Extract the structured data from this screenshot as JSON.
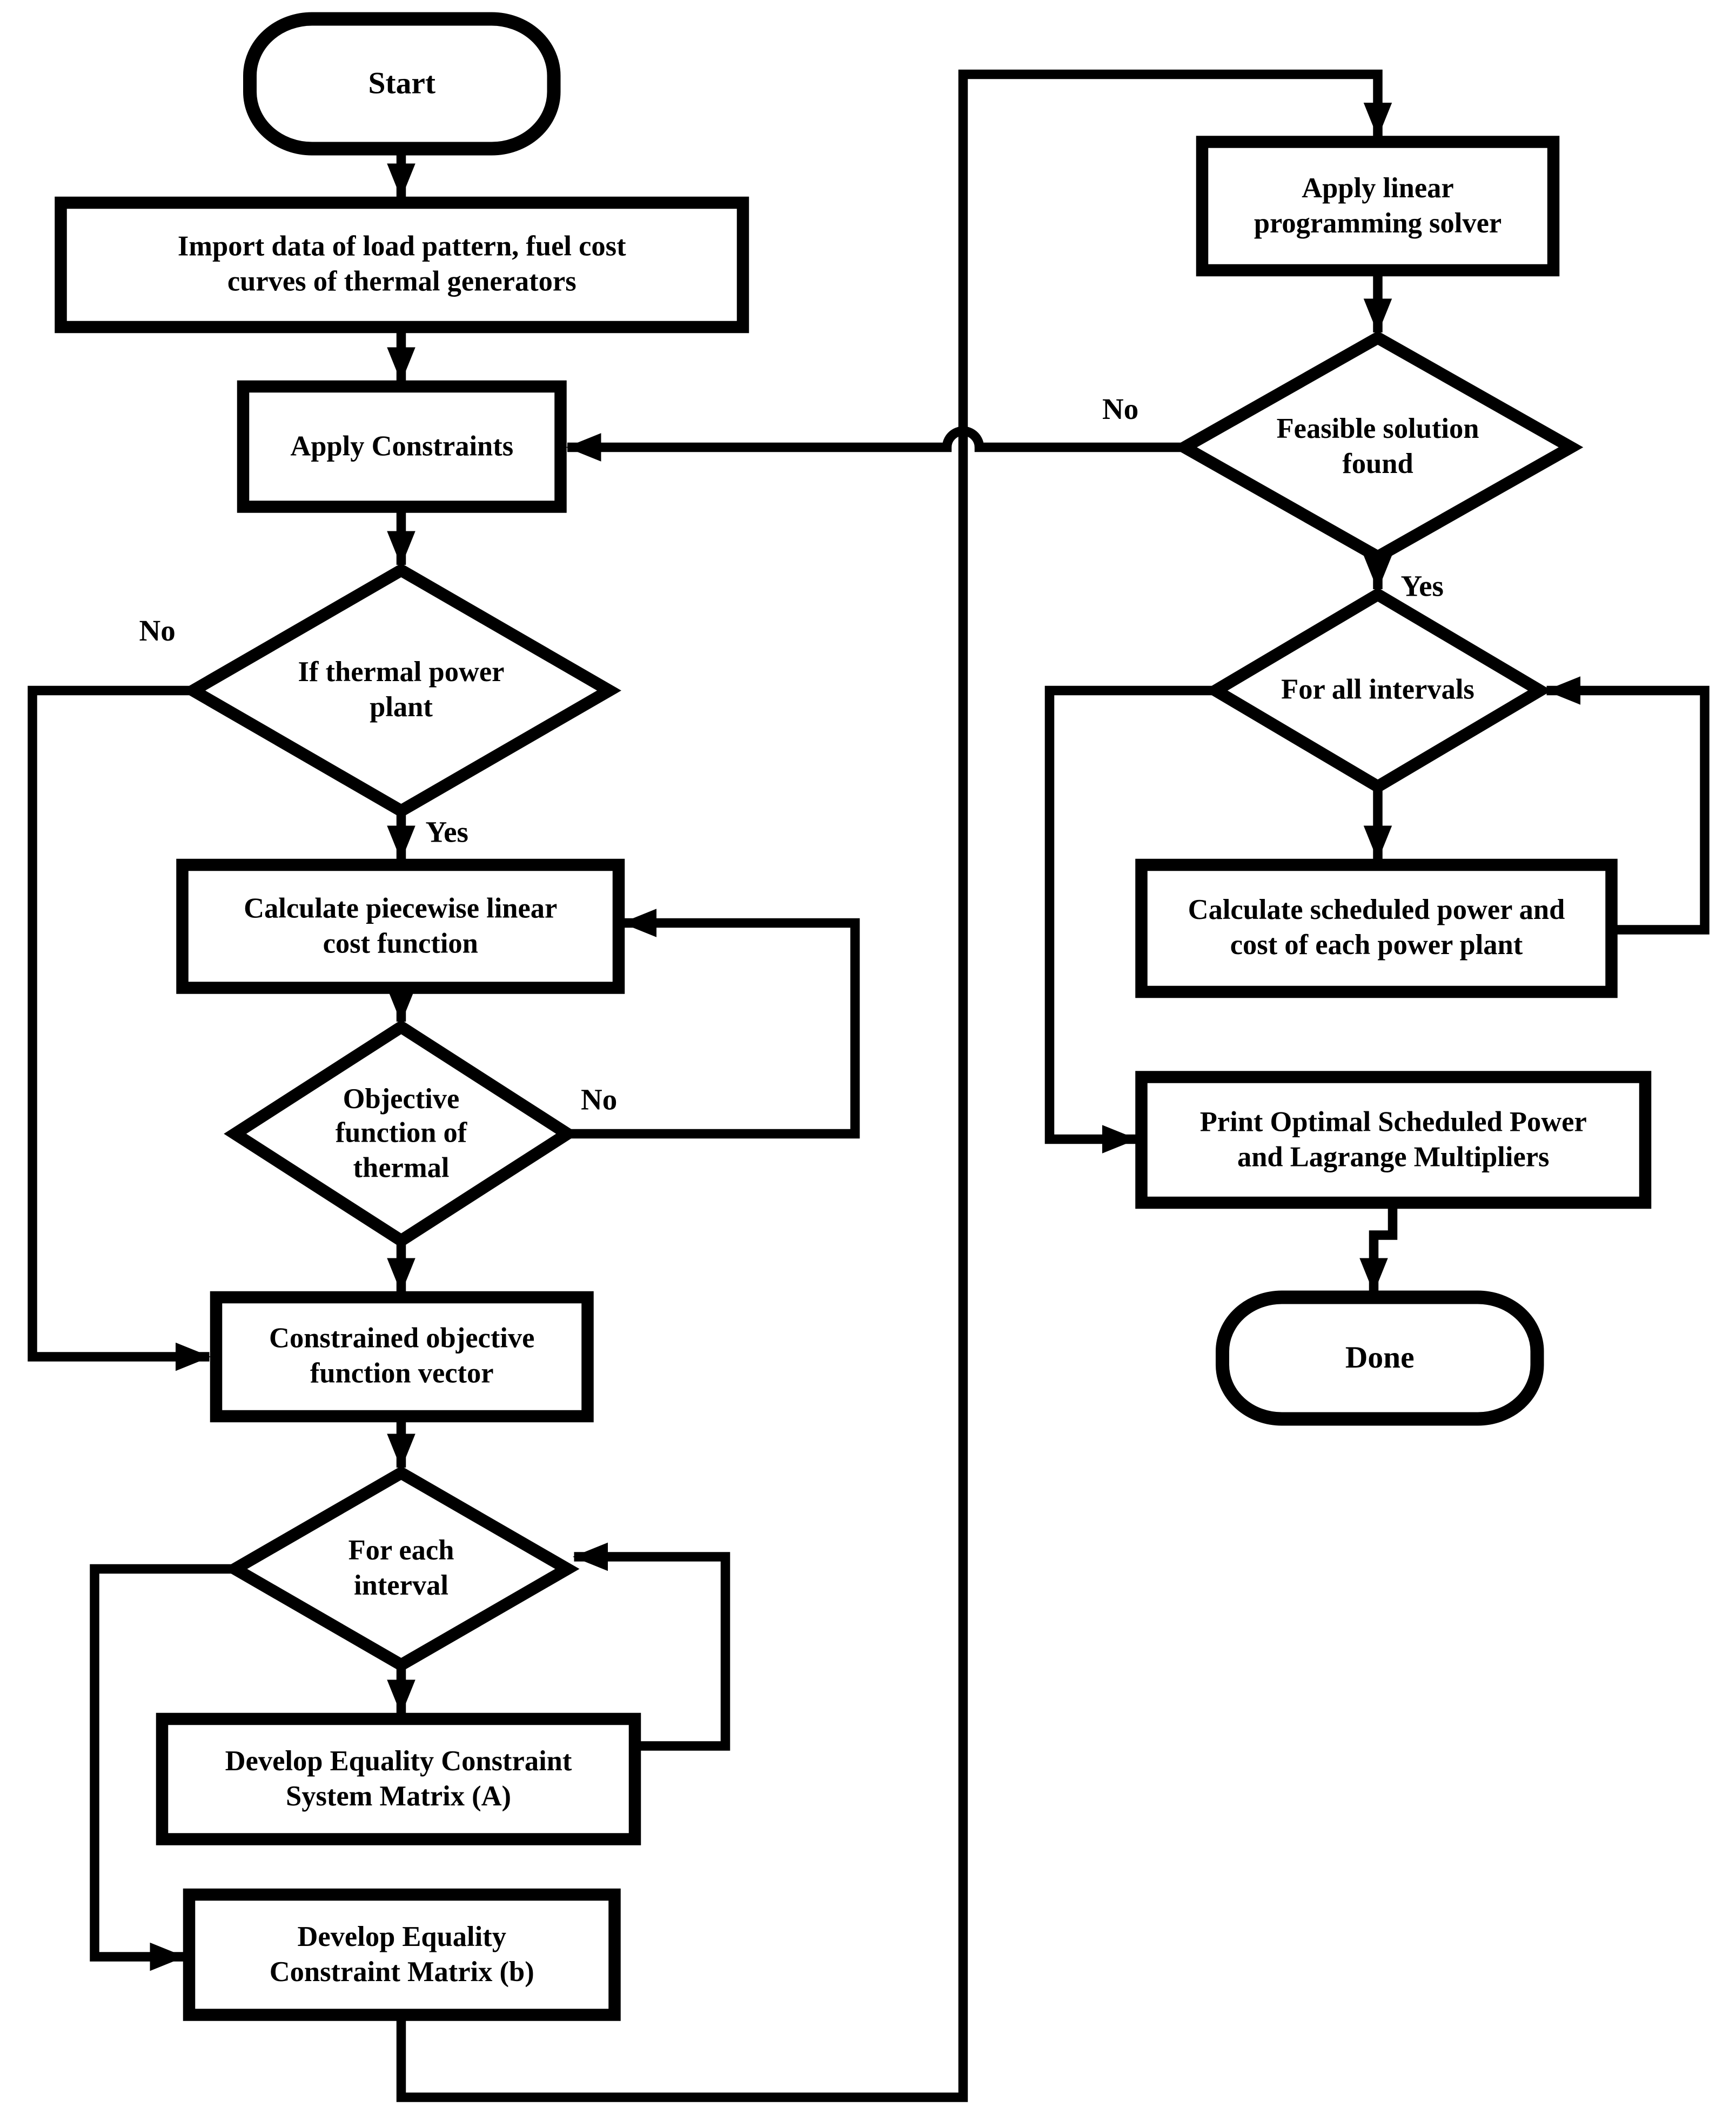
{
  "diagram": {
    "title": "Linear programming based power scheduling flowchart",
    "colors": {
      "ink": "#000000",
      "paper": "#ffffff"
    },
    "nodes": {
      "start": {
        "type": "terminator",
        "label": "Start"
      },
      "import_data": {
        "type": "process",
        "label": "Import data of load pattern, fuel cost curves of thermal generators"
      },
      "apply_constraints": {
        "type": "process",
        "label": "Apply Constraints"
      },
      "if_thermal": {
        "type": "decision",
        "label": "If thermal power plant"
      },
      "calc_piecewise": {
        "type": "process",
        "label": "Calculate piecewise linear cost function"
      },
      "objective_fn": {
        "type": "decision",
        "label": "Objective function of thermal"
      },
      "constrained_vec": {
        "type": "process",
        "label": "Constrained objective function vector"
      },
      "for_each_interval": {
        "type": "decision",
        "label": "For each interval"
      },
      "develop_a": {
        "type": "process",
        "label": "Develop Equality Constraint System Matrix (A)"
      },
      "develop_b": {
        "type": "process",
        "label": "Develop Equality Constraint Matrix (b)"
      },
      "apply_lp": {
        "type": "process",
        "label": "Apply linear programming solver"
      },
      "feasible": {
        "type": "decision",
        "label": "Feasible solution found"
      },
      "for_all_intervals": {
        "type": "decision",
        "label": "For all intervals"
      },
      "calc_scheduled": {
        "type": "process",
        "label": "Calculate scheduled power and cost of each power plant"
      },
      "print_optimal": {
        "type": "process",
        "label": "Print Optimal Scheduled Power and Lagrange Multipliers"
      },
      "done": {
        "type": "terminator",
        "label": "Done"
      }
    },
    "edge_labels": {
      "if_thermal_no": "No",
      "if_thermal_yes": "Yes",
      "objective_no": "No",
      "feasible_no": "No",
      "feasible_yes": "Yes"
    }
  }
}
